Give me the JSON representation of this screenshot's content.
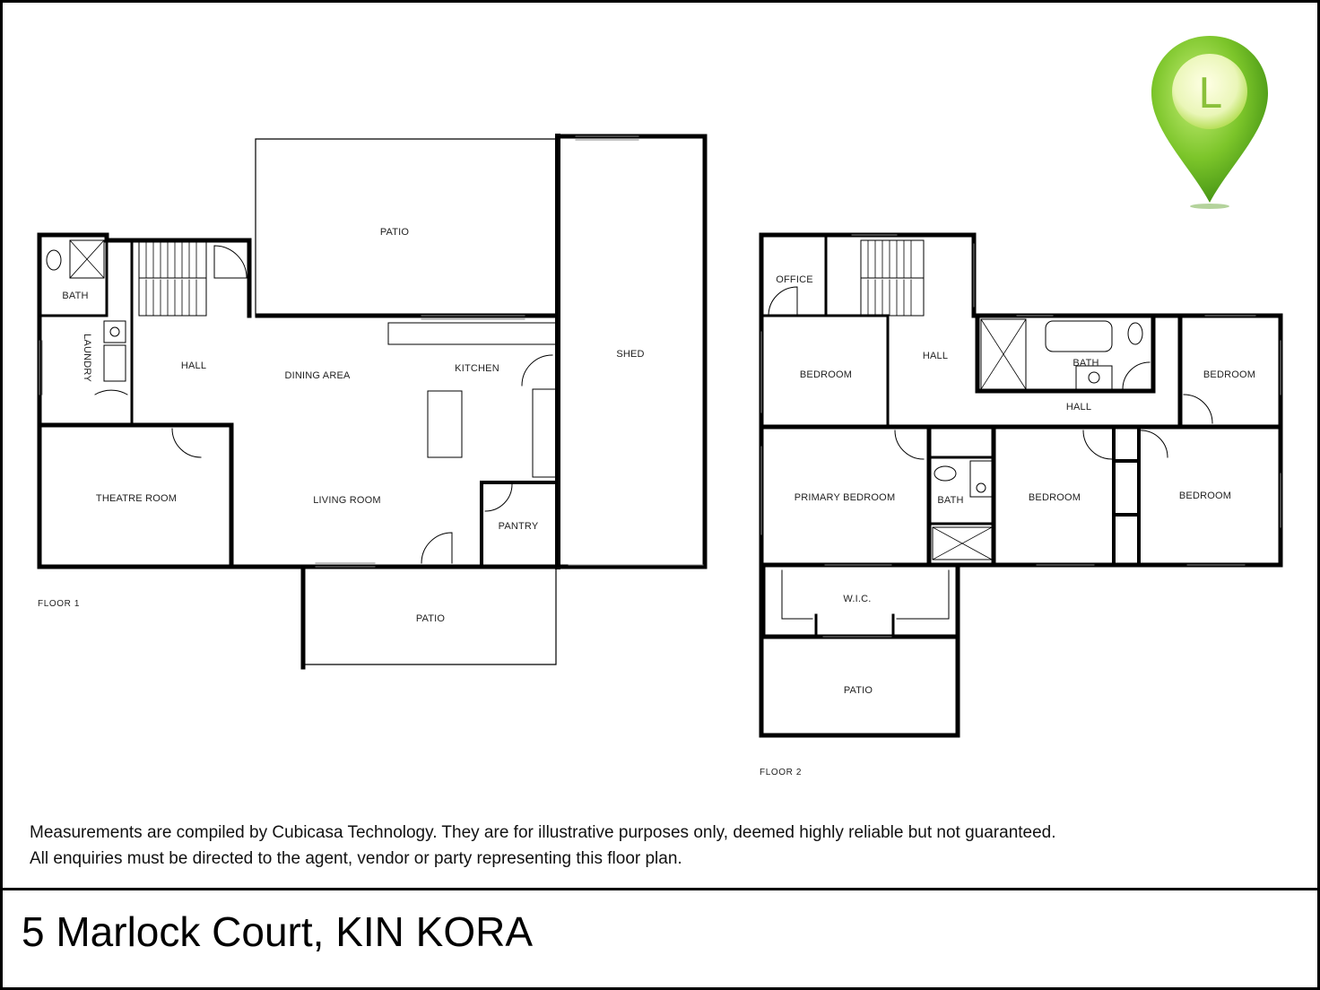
{
  "floors": [
    {
      "label": "FLOOR 1",
      "rooms": {
        "bath": "BATH",
        "laundry": "LAUNDRY",
        "hall": "HALL",
        "dining_area": "DINING AREA",
        "kitchen": "KITCHEN",
        "patio_top": "PATIO",
        "shed": "SHED",
        "theatre_room": "THEATRE ROOM",
        "living_room": "LIVING ROOM",
        "pantry": "PANTRY",
        "patio_bottom": "PATIO"
      }
    },
    {
      "label": "FLOOR 2",
      "rooms": {
        "office": "OFFICE",
        "hall_upper": "HALL",
        "bedroom_left": "BEDROOM",
        "bath_upper": "BATH",
        "bedroom_right_top": "BEDROOM",
        "hall_lower": "HALL",
        "primary_bedroom": "PRIMARY BEDROOM",
        "bath_ensuite": "BATH",
        "bedroom_mid": "BEDROOM",
        "bedroom_right_bottom": "BEDROOM",
        "wic": "W.I.C.",
        "patio": "PATIO"
      }
    }
  ],
  "disclaimer": {
    "line1": "Measurements are compiled by Cubicasa Technology. They are for illustrative purposes only, deemed highly reliable but not guaranteed.",
    "line2": "All enquiries must be directed to the agent, vendor or party representing this floor plan."
  },
  "address": "5 Marlock Court, KIN KORA",
  "logo": {
    "letter": "L",
    "color": "#7cc52a",
    "icon": "location-pin-icon"
  }
}
